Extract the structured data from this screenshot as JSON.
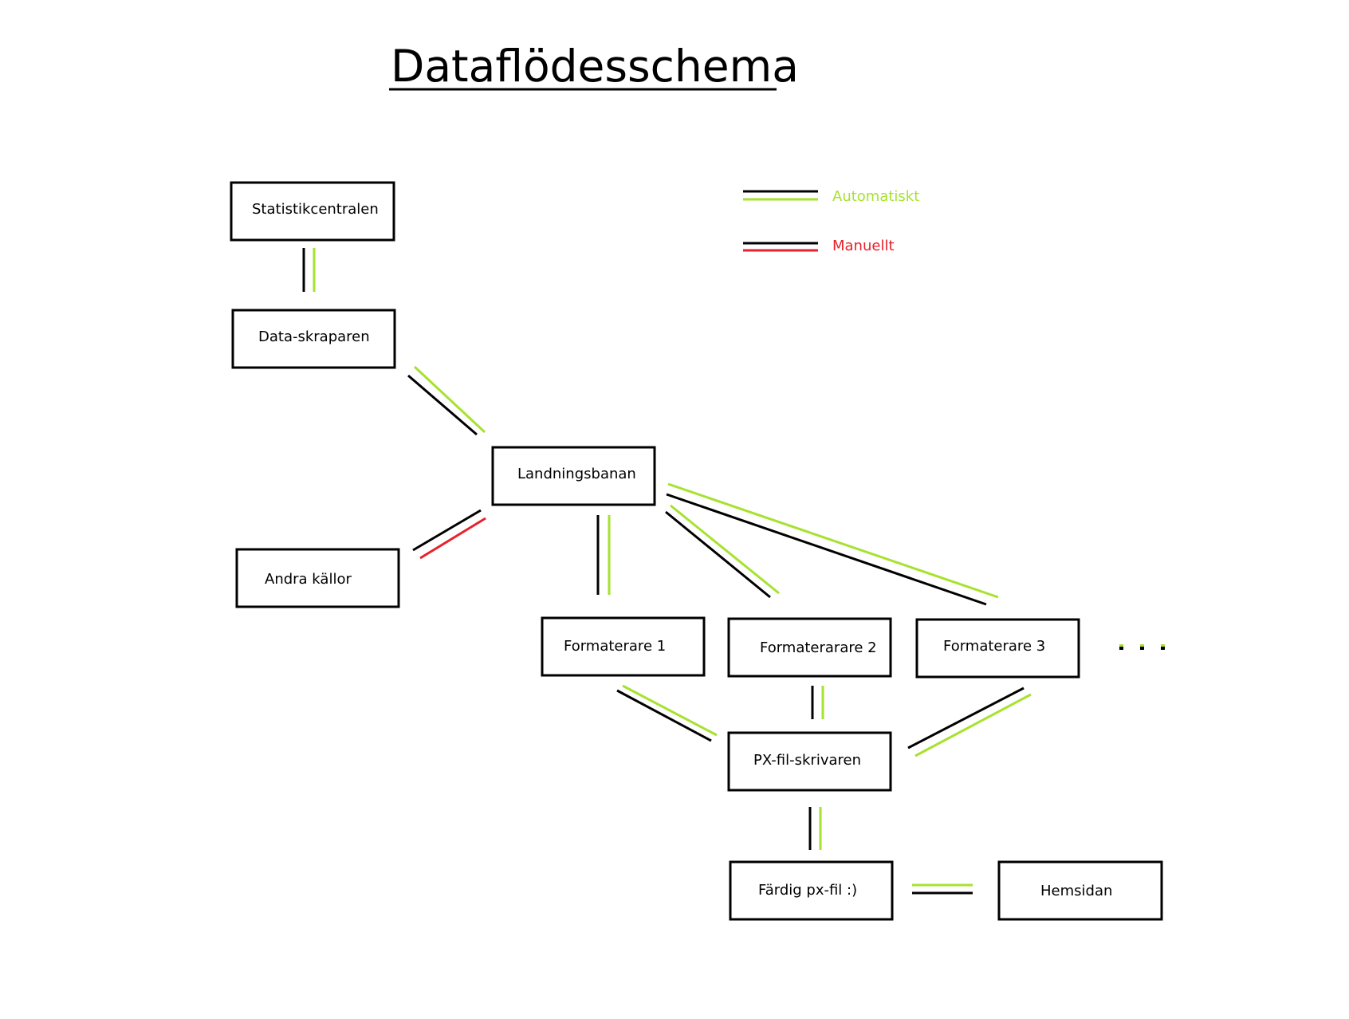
{
  "title": "Dataflödesschema",
  "colors": {
    "automatic": "#a6e22e",
    "manual": "#e8202a",
    "line": "#000000"
  },
  "legend": {
    "automatic_label": "Automatiskt",
    "manual_label": "Manuellt"
  },
  "nodes": {
    "statistikcentralen": "Statistikcentralen",
    "data_skraparen": "Data-skraparen",
    "landningsbanan": "Landningsbanan",
    "andra_kallor": "Andra källor",
    "formaterare_1": "Formaterare 1",
    "formaterare_2": "Formaterarare 2",
    "formaterare_3": "Formaterare 3",
    "px_fil_skrivaren": "PX-fil-skrivaren",
    "fardig_px_fil": "Färdig px-fil :)",
    "hemsidan": "Hemsidan"
  },
  "edges": [
    {
      "from": "statistikcentralen",
      "to": "data_skraparen",
      "type": "automatic"
    },
    {
      "from": "data_skraparen",
      "to": "landningsbanan",
      "type": "automatic"
    },
    {
      "from": "andra_kallor",
      "to": "landningsbanan",
      "type": "manual"
    },
    {
      "from": "landningsbanan",
      "to": "formaterare_1",
      "type": "automatic"
    },
    {
      "from": "landningsbanan",
      "to": "formaterare_2",
      "type": "automatic"
    },
    {
      "from": "landningsbanan",
      "to": "formaterare_3",
      "type": "automatic"
    },
    {
      "from": "formaterare_1",
      "to": "px_fil_skrivaren",
      "type": "automatic"
    },
    {
      "from": "formaterare_2",
      "to": "px_fil_skrivaren",
      "type": "automatic"
    },
    {
      "from": "formaterare_3",
      "to": "px_fil_skrivaren",
      "type": "automatic"
    },
    {
      "from": "px_fil_skrivaren",
      "to": "fardig_px_fil",
      "type": "automatic"
    },
    {
      "from": "fardig_px_fil",
      "to": "hemsidan",
      "type": "automatic"
    }
  ]
}
